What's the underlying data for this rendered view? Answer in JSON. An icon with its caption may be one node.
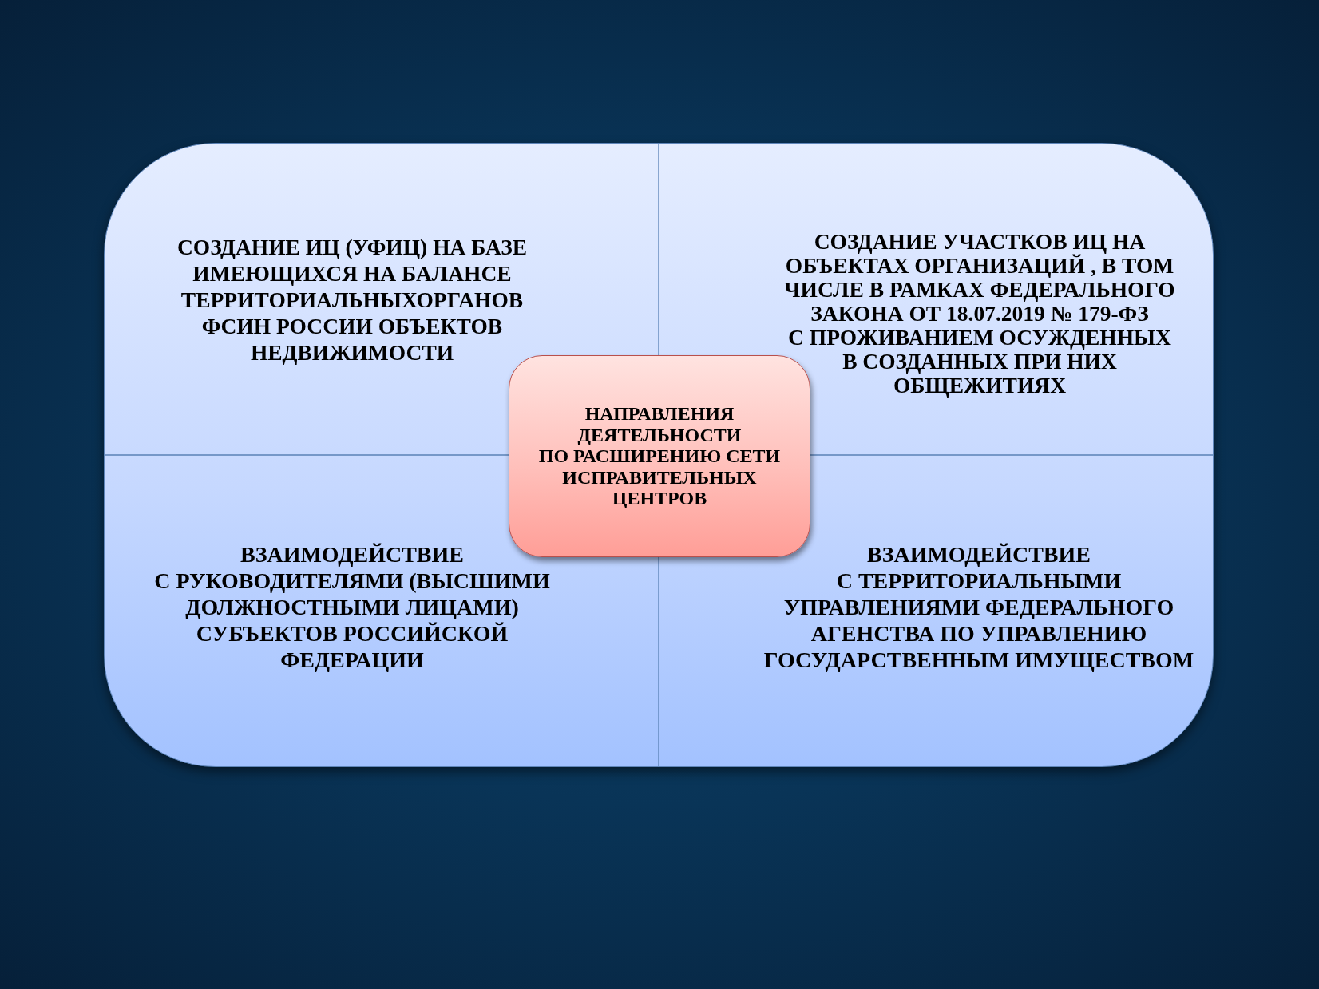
{
  "diagram": {
    "nodes": [
      {
        "text": [],
        "shape": "box"
      },
      {
        "text": [
          "СОЗДАНИЕ ИЦ (УФИЦ) НА БАЗЕ ИМЕЮЩИХСЯ НА БАЛАНСЕ ТЕРРИТОРИАЛЬНЫХОРГАНОВ ФСИН РОССИИ ОБЪЕКТОВ НЕДВИЖИМОСТИ"
        ],
        "in": 0
      },
      {
        "text": [
          "СОЗДАНИЕ УЧАСТКОВ ИЦ НА ОБЪЕКТАХ ОРГАНИЗАЦИЙ , В ТОМ ЧИСЛЕ В РАМКАХ ФЕДЕРАЛЬНОГО ЗАКОНА ОТ 18.07.2019 № 179-ФЗ С ПРОЖИВАНИЕМ ОСУЖДЕННЫХ В СОЗДАННЫХ ПРИ НИХ ОБЩЕЖИТИЯХ"
        ],
        "in": 0
      },
      {
        "text": [
          "НАПРАВЛЕНИЯ ДЕЯТЕЛЬНОСТИ ПО РАСШИРЕНИЮ СЕТИ ИСПРАВИТЕЛЬНЫХ ЦЕНТРОВ"
        ],
        "in": 0
      },
      {
        "text": [
          "ВЗАИМОДЕЙСТВИЕ С РУКОВОДИТЕЛЯМИ (ВЫСШИМИ ДОЛЖНОСТНЫМИ ЛИЦАМИ) СУБЪЕКТОВ РОССИЙСКОЙ ФЕДЕРАЦИИ"
        ],
        "in": 0
      },
      {
        "text": [
          "ВЗАИМОДЕЙСТВИЕ С ТЕРРИТОРИАЛЬНЫМИ УПРАВЛЕНИЯМИ ФЕДЕРАЛЬНОГО АГЕНСТВА ПО УПРАВЛЕНИЮ ГОСУДАРСТВЕННЫМ ИМУЩЕСТВОМ"
        ],
        "in": 0
      }
    ]
  }
}
